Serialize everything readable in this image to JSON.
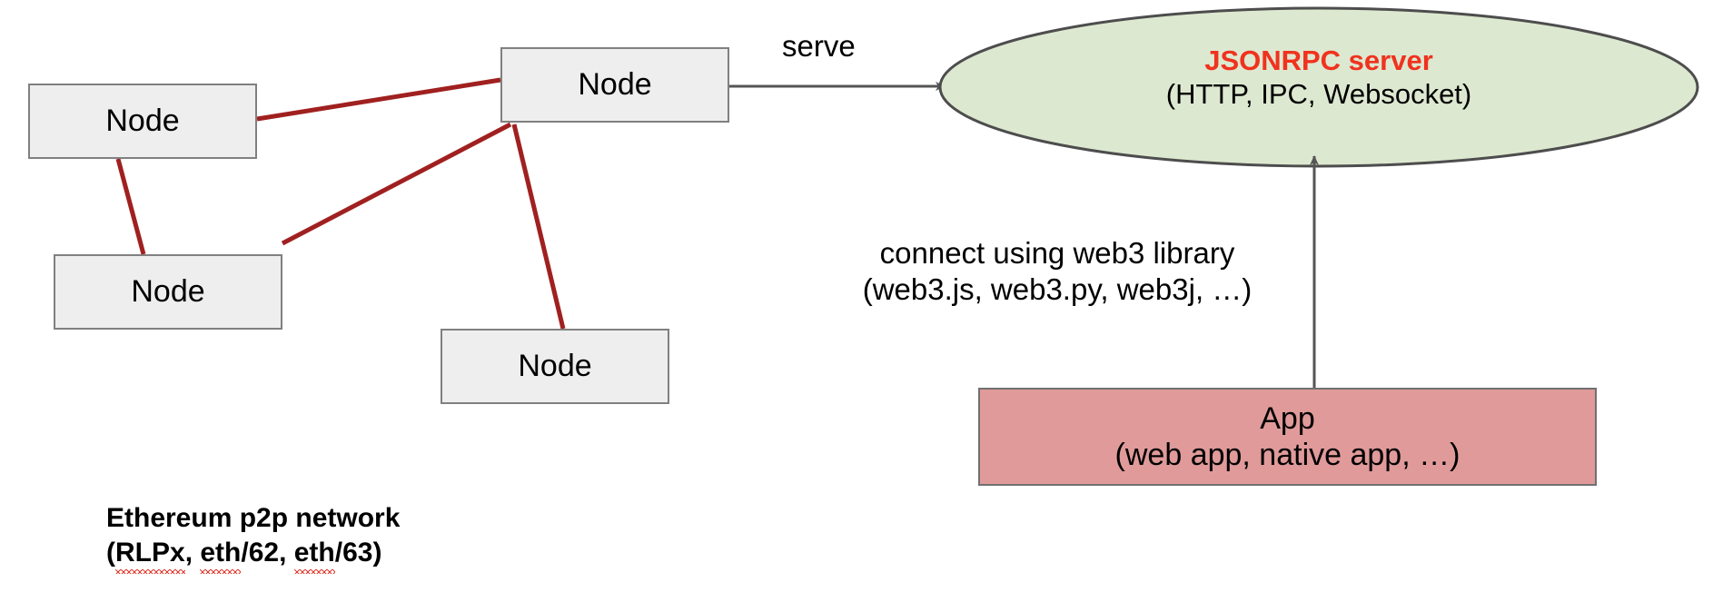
{
  "diagram": {
    "title": "Ethereum node / JSONRPC architecture",
    "background": "#ffffff",
    "colors": {
      "node_fill": "#eeeeee",
      "node_stroke": "#808080",
      "p2p_link": "#a02020",
      "ellipse_fill": "#dde8d0",
      "ellipse_stroke": "#4d4d4d",
      "app_fill": "#e09a9a",
      "app_stroke": "#707070",
      "arrow": "#555555",
      "accent_red": "#f0321e",
      "spellcheck_red": "#e03c2e"
    },
    "nodes": [
      {
        "id": "node-left-top",
        "label": "Node"
      },
      {
        "id": "node-center-top",
        "label": "Node"
      },
      {
        "id": "node-left-bottom",
        "label": "Node"
      },
      {
        "id": "node-mid-bottom",
        "label": "Node"
      }
    ],
    "server": {
      "title": "JSONRPC server",
      "subtitle": "(HTTP, IPC, Websocket)"
    },
    "app": {
      "line1": "App",
      "line2": "(web app, native app, …)"
    },
    "labels": {
      "serve": "serve",
      "connect_line1": "connect using web3 library",
      "connect_line2": "(web3.js, web3.py, web3j, …)"
    },
    "caption": {
      "line1": "Ethereum p2p network",
      "line2_open": "(",
      "line2_w1": "RLPx",
      "line2_sep1": ", ",
      "line2_w2": "eth",
      "line2_mid": "/62, ",
      "line2_w3": "eth",
      "line2_close": "/63)"
    }
  }
}
